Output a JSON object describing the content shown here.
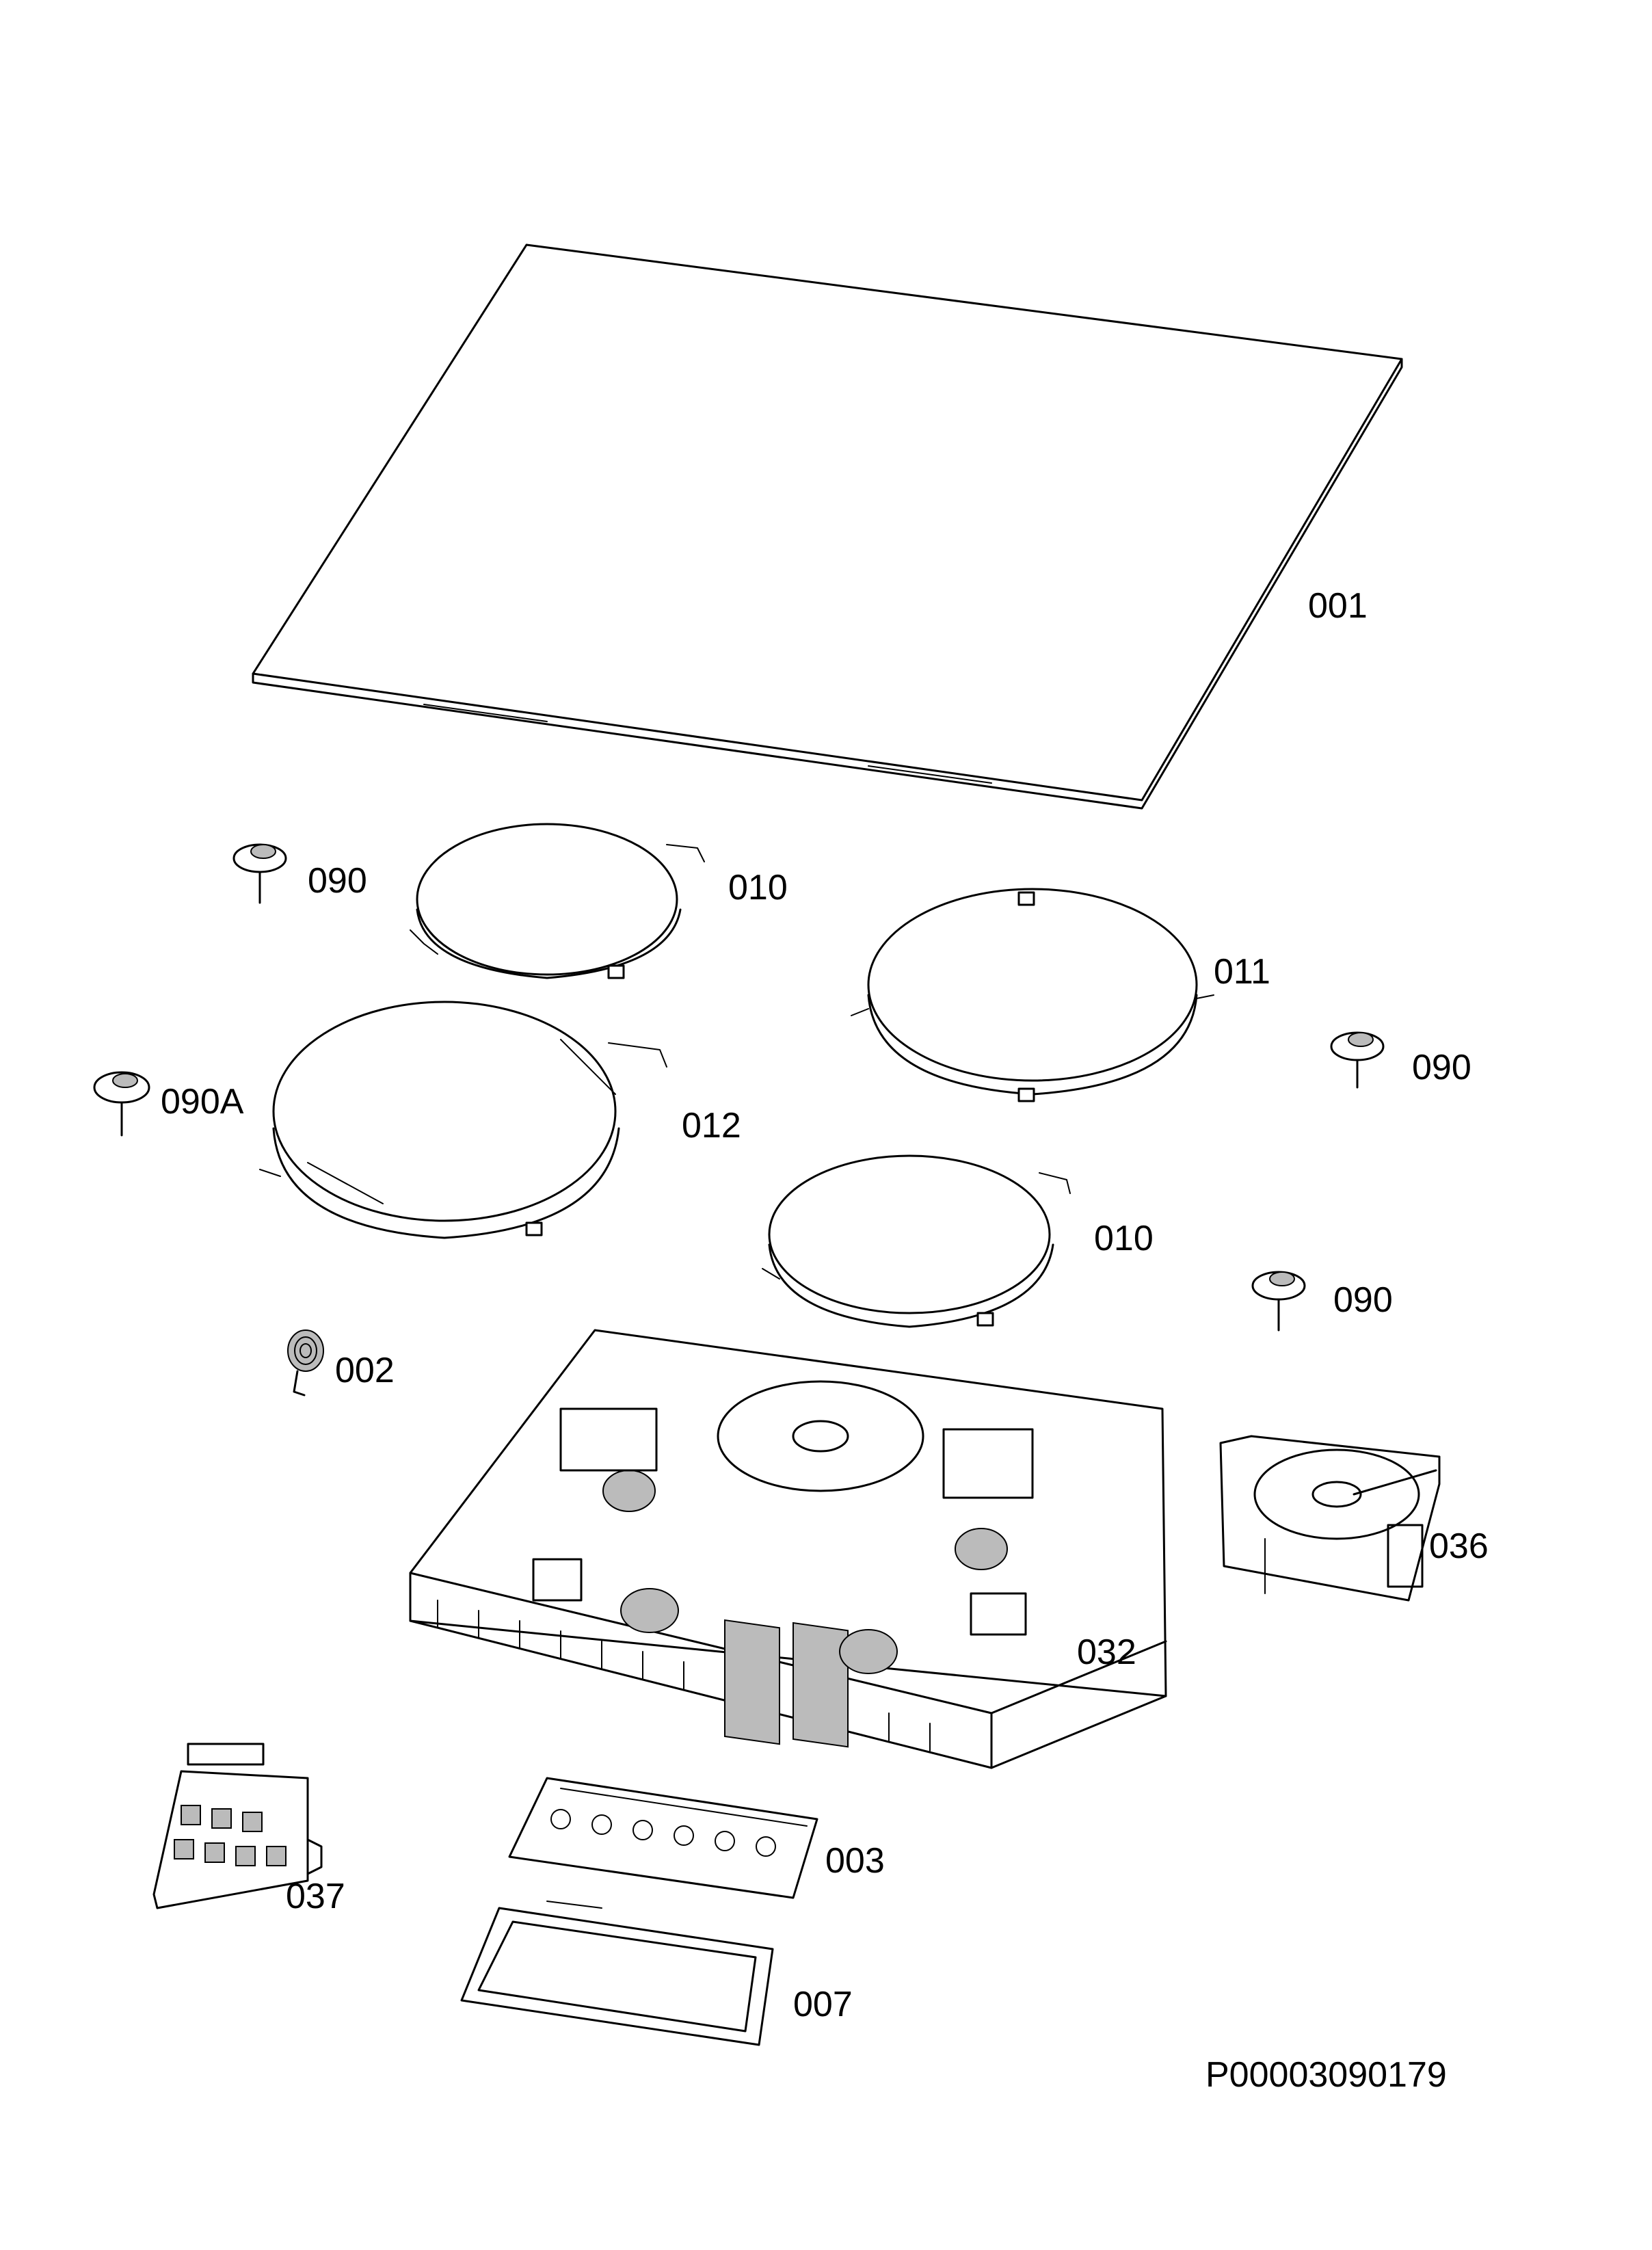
{
  "diagram_id": "P00003090179",
  "labels": {
    "glass_top": "001",
    "sensor_tl": "090",
    "coil_010_top": "010",
    "coil_011": "011",
    "sensor_r": "090",
    "sensor_090a": "090A",
    "coil_012": "012",
    "coil_010_bottom": "010",
    "sensor_br": "090",
    "coil_002": "002",
    "fan_036": "036",
    "housing_032": "032",
    "terminal_037": "037",
    "board_003": "003",
    "frame_007": "007"
  }
}
